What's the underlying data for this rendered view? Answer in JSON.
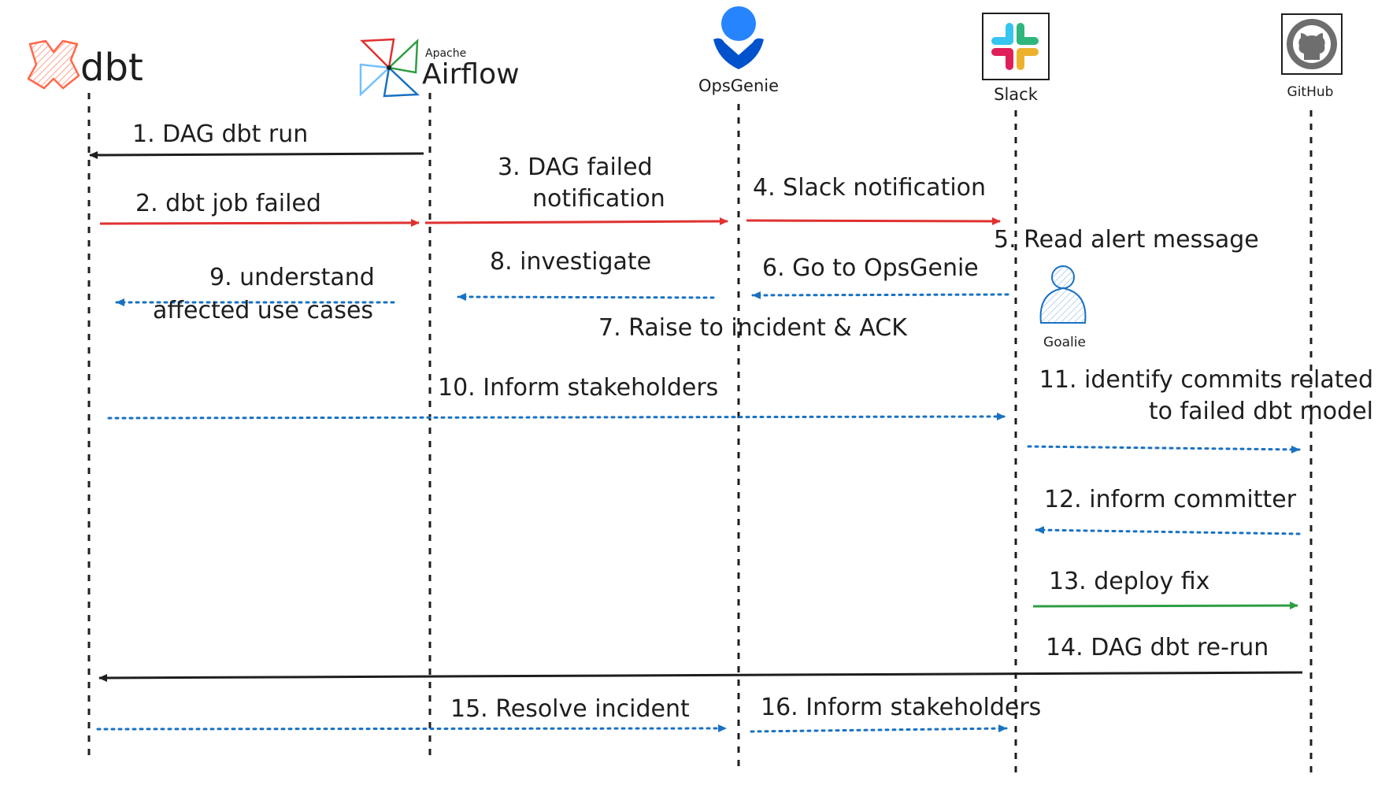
{
  "participants": {
    "dbt": {
      "name": "dbt",
      "icon": "dbt-logo-icon"
    },
    "airflow": {
      "name": "Airflow",
      "prefix": "Apache",
      "icon": "airflow-pinwheel-icon"
    },
    "opsgenie": {
      "name": "OpsGenie",
      "icon": "opsgenie-logo-icon"
    },
    "slack": {
      "name": "Slack",
      "icon": "slack-logo-icon"
    },
    "github": {
      "name": "GitHub",
      "icon": "github-logo-icon"
    },
    "goalie": {
      "name": "Goalie",
      "icon": "person-icon"
    }
  },
  "steps": {
    "s1": "1. DAG dbt run",
    "s2": "2. dbt job failed",
    "s3a": "3. DAG failed",
    "s3b": "notification",
    "s4": "4. Slack notification",
    "s5": "5. Read alert message",
    "s6": "6. Go to OpsGenie",
    "s7": "7. Raise to incident & ACK",
    "s8": "8. investigate",
    "s9a": "9. understand",
    "s9b": "affected use cases",
    "s10": "10. Inform stakeholders",
    "s11a": "11. identify commits related",
    "s11b": "to failed dbt model",
    "s12": "12. inform committer",
    "s13": "13. deploy fix",
    "s14": "14. DAG dbt re-run",
    "s15": "15. Resolve incident",
    "s16": "16. Inform stakeholders"
  },
  "colors": {
    "black": "#1e1e1e",
    "red": "#e03131",
    "blue": "#1971c2",
    "green": "#2f9e44",
    "dbt_orange": "#ff694b",
    "opsgenie_blue": "#2684ff",
    "github_gray": "#6e6e6e"
  }
}
